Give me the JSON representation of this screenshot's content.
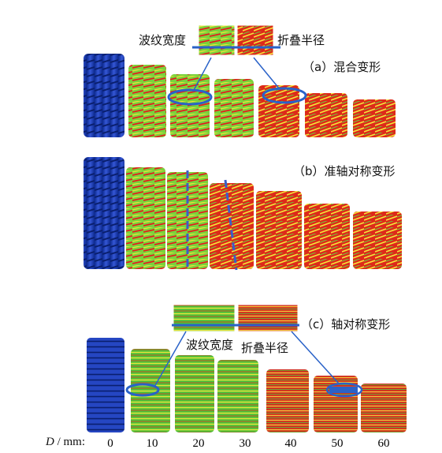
{
  "panels": {
    "a": {
      "caption": "（a）混合变形",
      "callout_left": "波纹宽度",
      "callout_right": "折叠半径"
    },
    "b": {
      "caption": "（b）准轴对称变形"
    },
    "c": {
      "caption": "（c）轴对称变形",
      "callout_left": "波纹宽度",
      "callout_right": "折叠半径"
    }
  },
  "axis": {
    "variable": "D",
    "unit": "/ mm:",
    "ticks": [
      "0",
      "10",
      "20",
      "30",
      "40",
      "50",
      "60"
    ]
  },
  "colors": {
    "undeformed": "#1f3fb0",
    "low": "#33c23a",
    "mid": "#e9e52d",
    "high": "#e01c1c",
    "marker": "#2a62c8"
  }
}
